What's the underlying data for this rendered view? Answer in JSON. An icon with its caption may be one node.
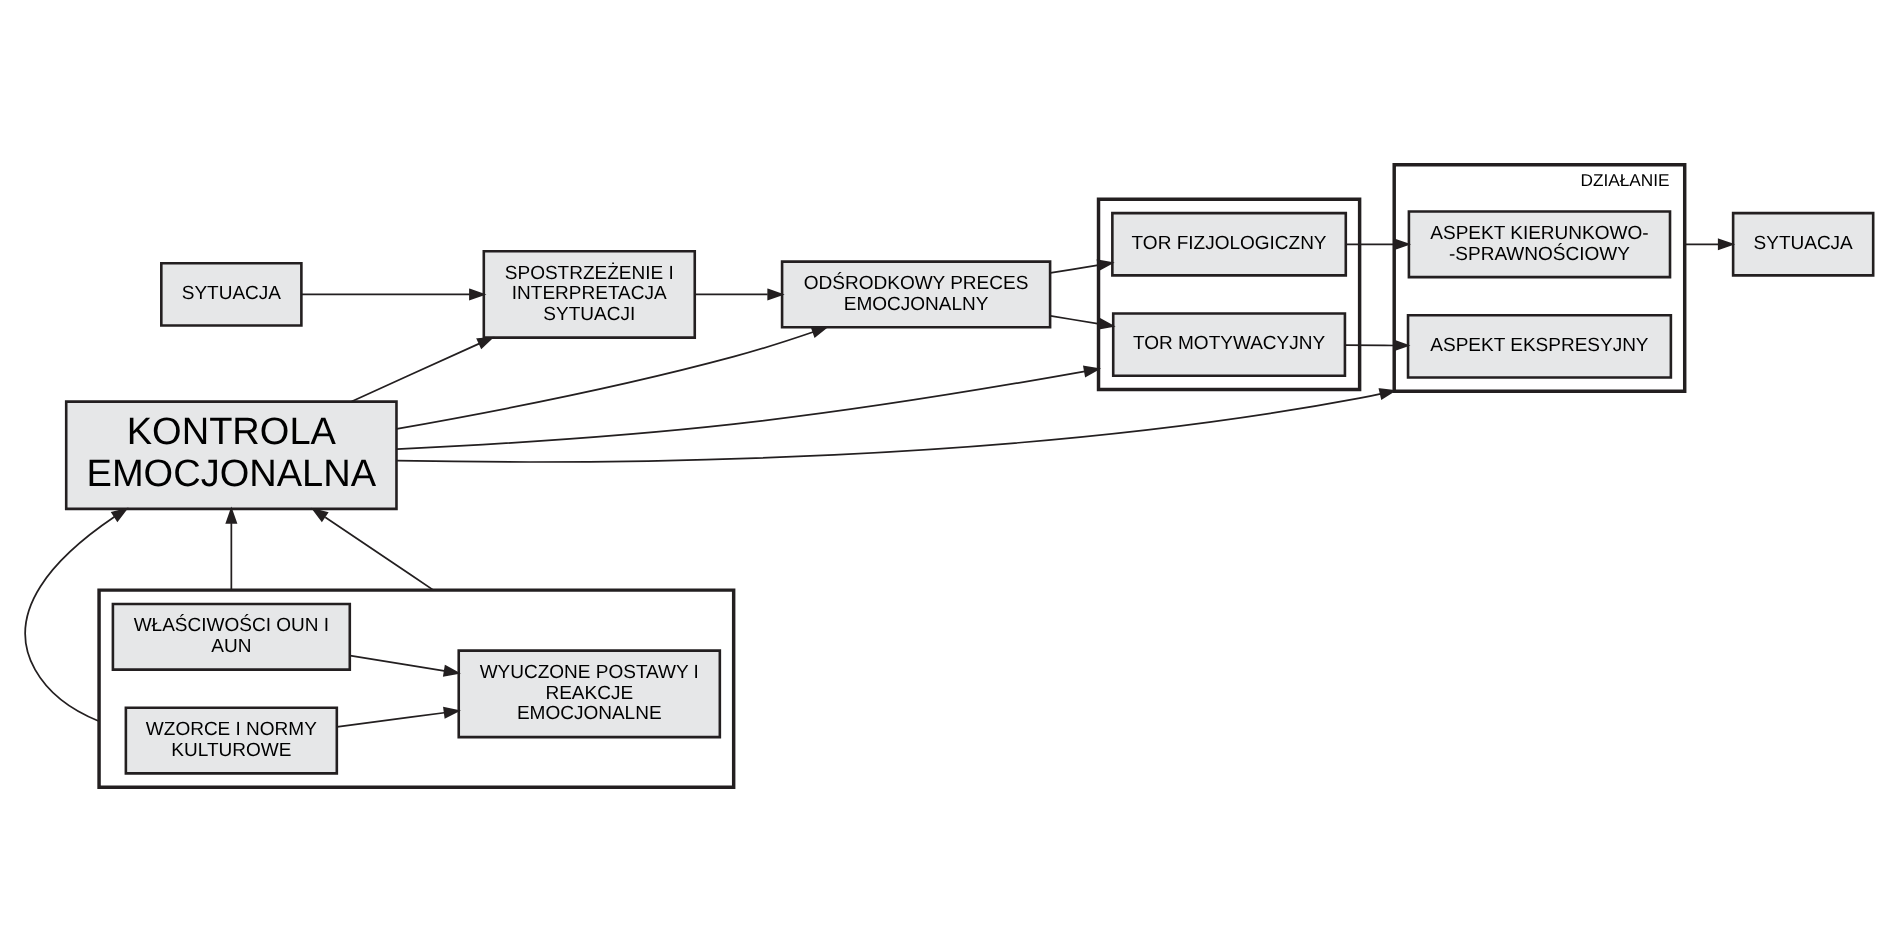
{
  "diagram": {
    "nodes": [
      {
        "text": [
          "SYTUACJA"
        ]
      },
      {
        "text": [
          "SPOSTRZEŻENIE I INTERPRETACJA SYTUACJI"
        ]
      },
      {
        "text": [
          "ODŚRODKOWY PRECES EMOCJONALNY"
        ]
      },
      {
        "text": [],
        "shape": "box"
      },
      {
        "text": [
          "TOR FIZJOLOGICZNY"
        ],
        "in": 3
      },
      {
        "text": [
          "TOR MOTYWACYJNY"
        ],
        "in": 3
      },
      {
        "text": [
          "DZIAŁANIE"
        ]
      },
      {
        "text": [
          "ASPEKT KIERUNKOWO- -SPRAWNOŚCIOWY"
        ],
        "in": 6
      },
      {
        "text": [
          "ASPEKT EKSPRESYJNY"
        ],
        "in": 6
      },
      {
        "text": [
          "SYTUACJA"
        ]
      },
      {
        "text": [
          "KONTROLA EMOCJONALNA"
        ]
      },
      {
        "text": [],
        "shape": "box"
      },
      {
        "text": [
          "WŁAŚCIWOŚCI OUN I AUN"
        ],
        "in": 11
      },
      {
        "text": [
          "WYUCZONE POSTAWY I REAKCJE EMOCJONALNE"
        ],
        "in": 11
      },
      {
        "text": [
          "WZORCE I NORMY KULTUROWE"
        ],
        "in": 11
      }
    ],
    "edges": [
      {
        "from": 0,
        "to": 1,
        "arrow": "to"
      },
      {
        "from": 1,
        "to": 2,
        "arrow": "to"
      },
      {
        "from": 2,
        "to": 4,
        "arrow": "to"
      },
      {
        "from": 2,
        "to": 5,
        "arrow": "to"
      },
      {
        "from": 4,
        "to": 7,
        "arrow": "to"
      },
      {
        "from": 5,
        "to": 8,
        "arrow": "to"
      },
      {
        "from": 6,
        "to": 9,
        "arrow": "to"
      },
      {
        "from": 10,
        "to": 1,
        "arrow": "to"
      },
      {
        "from": 10,
        "to": 2,
        "arrow": "to"
      },
      {
        "from": 10,
        "to": 3,
        "arrow": "to"
      },
      {
        "from": 10,
        "to": 6,
        "arrow": "to"
      },
      {
        "from": 11,
        "to": 10,
        "arrow": "to"
      },
      {
        "from": 11,
        "to": 10,
        "arrow": "to"
      },
      {
        "from": 11,
        "to": 10,
        "arrow": "to"
      },
      {
        "from": 12,
        "to": 13,
        "arrow": "to"
      },
      {
        "from": 14,
        "to": 13,
        "arrow": "to"
      }
    ]
  }
}
